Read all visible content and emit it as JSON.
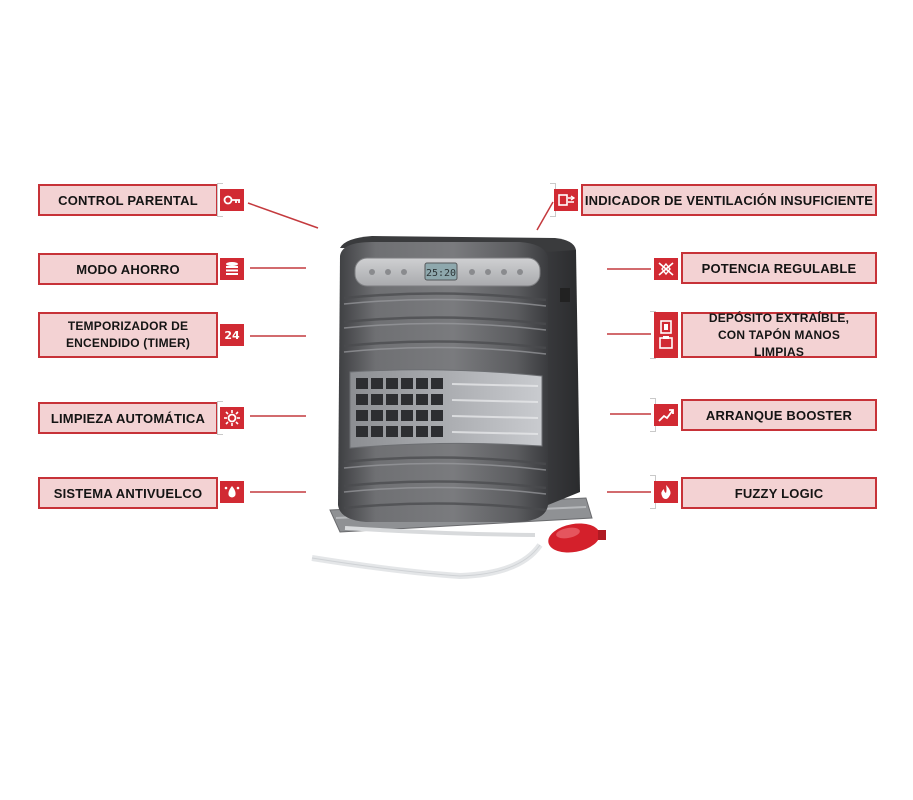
{
  "features_left": [
    {
      "label": "CONTROL PARENTAL",
      "icon": "key-icon"
    },
    {
      "label": "MODO AHORRO",
      "icon": "eco-mode-icon"
    },
    {
      "label": "TEMPORIZADOR DE ENCENDIDO (TIMER)",
      "icon": "timer-24-icon",
      "icon_text": "24"
    },
    {
      "label": "LIMPIEZA AUTOMÁTICA",
      "icon": "self-cleaning-icon"
    },
    {
      "label": "SISTEMA ANTIVUELCO",
      "icon": "anti-tip-icon"
    }
  ],
  "features_right": [
    {
      "label": "INDICADOR DE VENTILACIÓN INSUFICIENTE",
      "icon": "ventilation-warning-icon"
    },
    {
      "label": "POTENCIA REGULABLE",
      "icon": "adjustable-power-icon"
    },
    {
      "label": "DEPÓSITO EXTRAÍBLE, CON TAPÓN MANOS LIMPIAS",
      "icon": "removable-tank-icon"
    },
    {
      "label": "ARRANQUE BOOSTER",
      "icon": "booster-start-icon"
    },
    {
      "label": "FUZZY LOGIC",
      "icon": "flame-icon"
    }
  ],
  "heater": {
    "display": "25:20"
  },
  "colors": {
    "accent": "#c73238",
    "label_bg": "#f3d2d3",
    "icon_bg": "#d12a33",
    "heater_body": "#5f6062"
  }
}
